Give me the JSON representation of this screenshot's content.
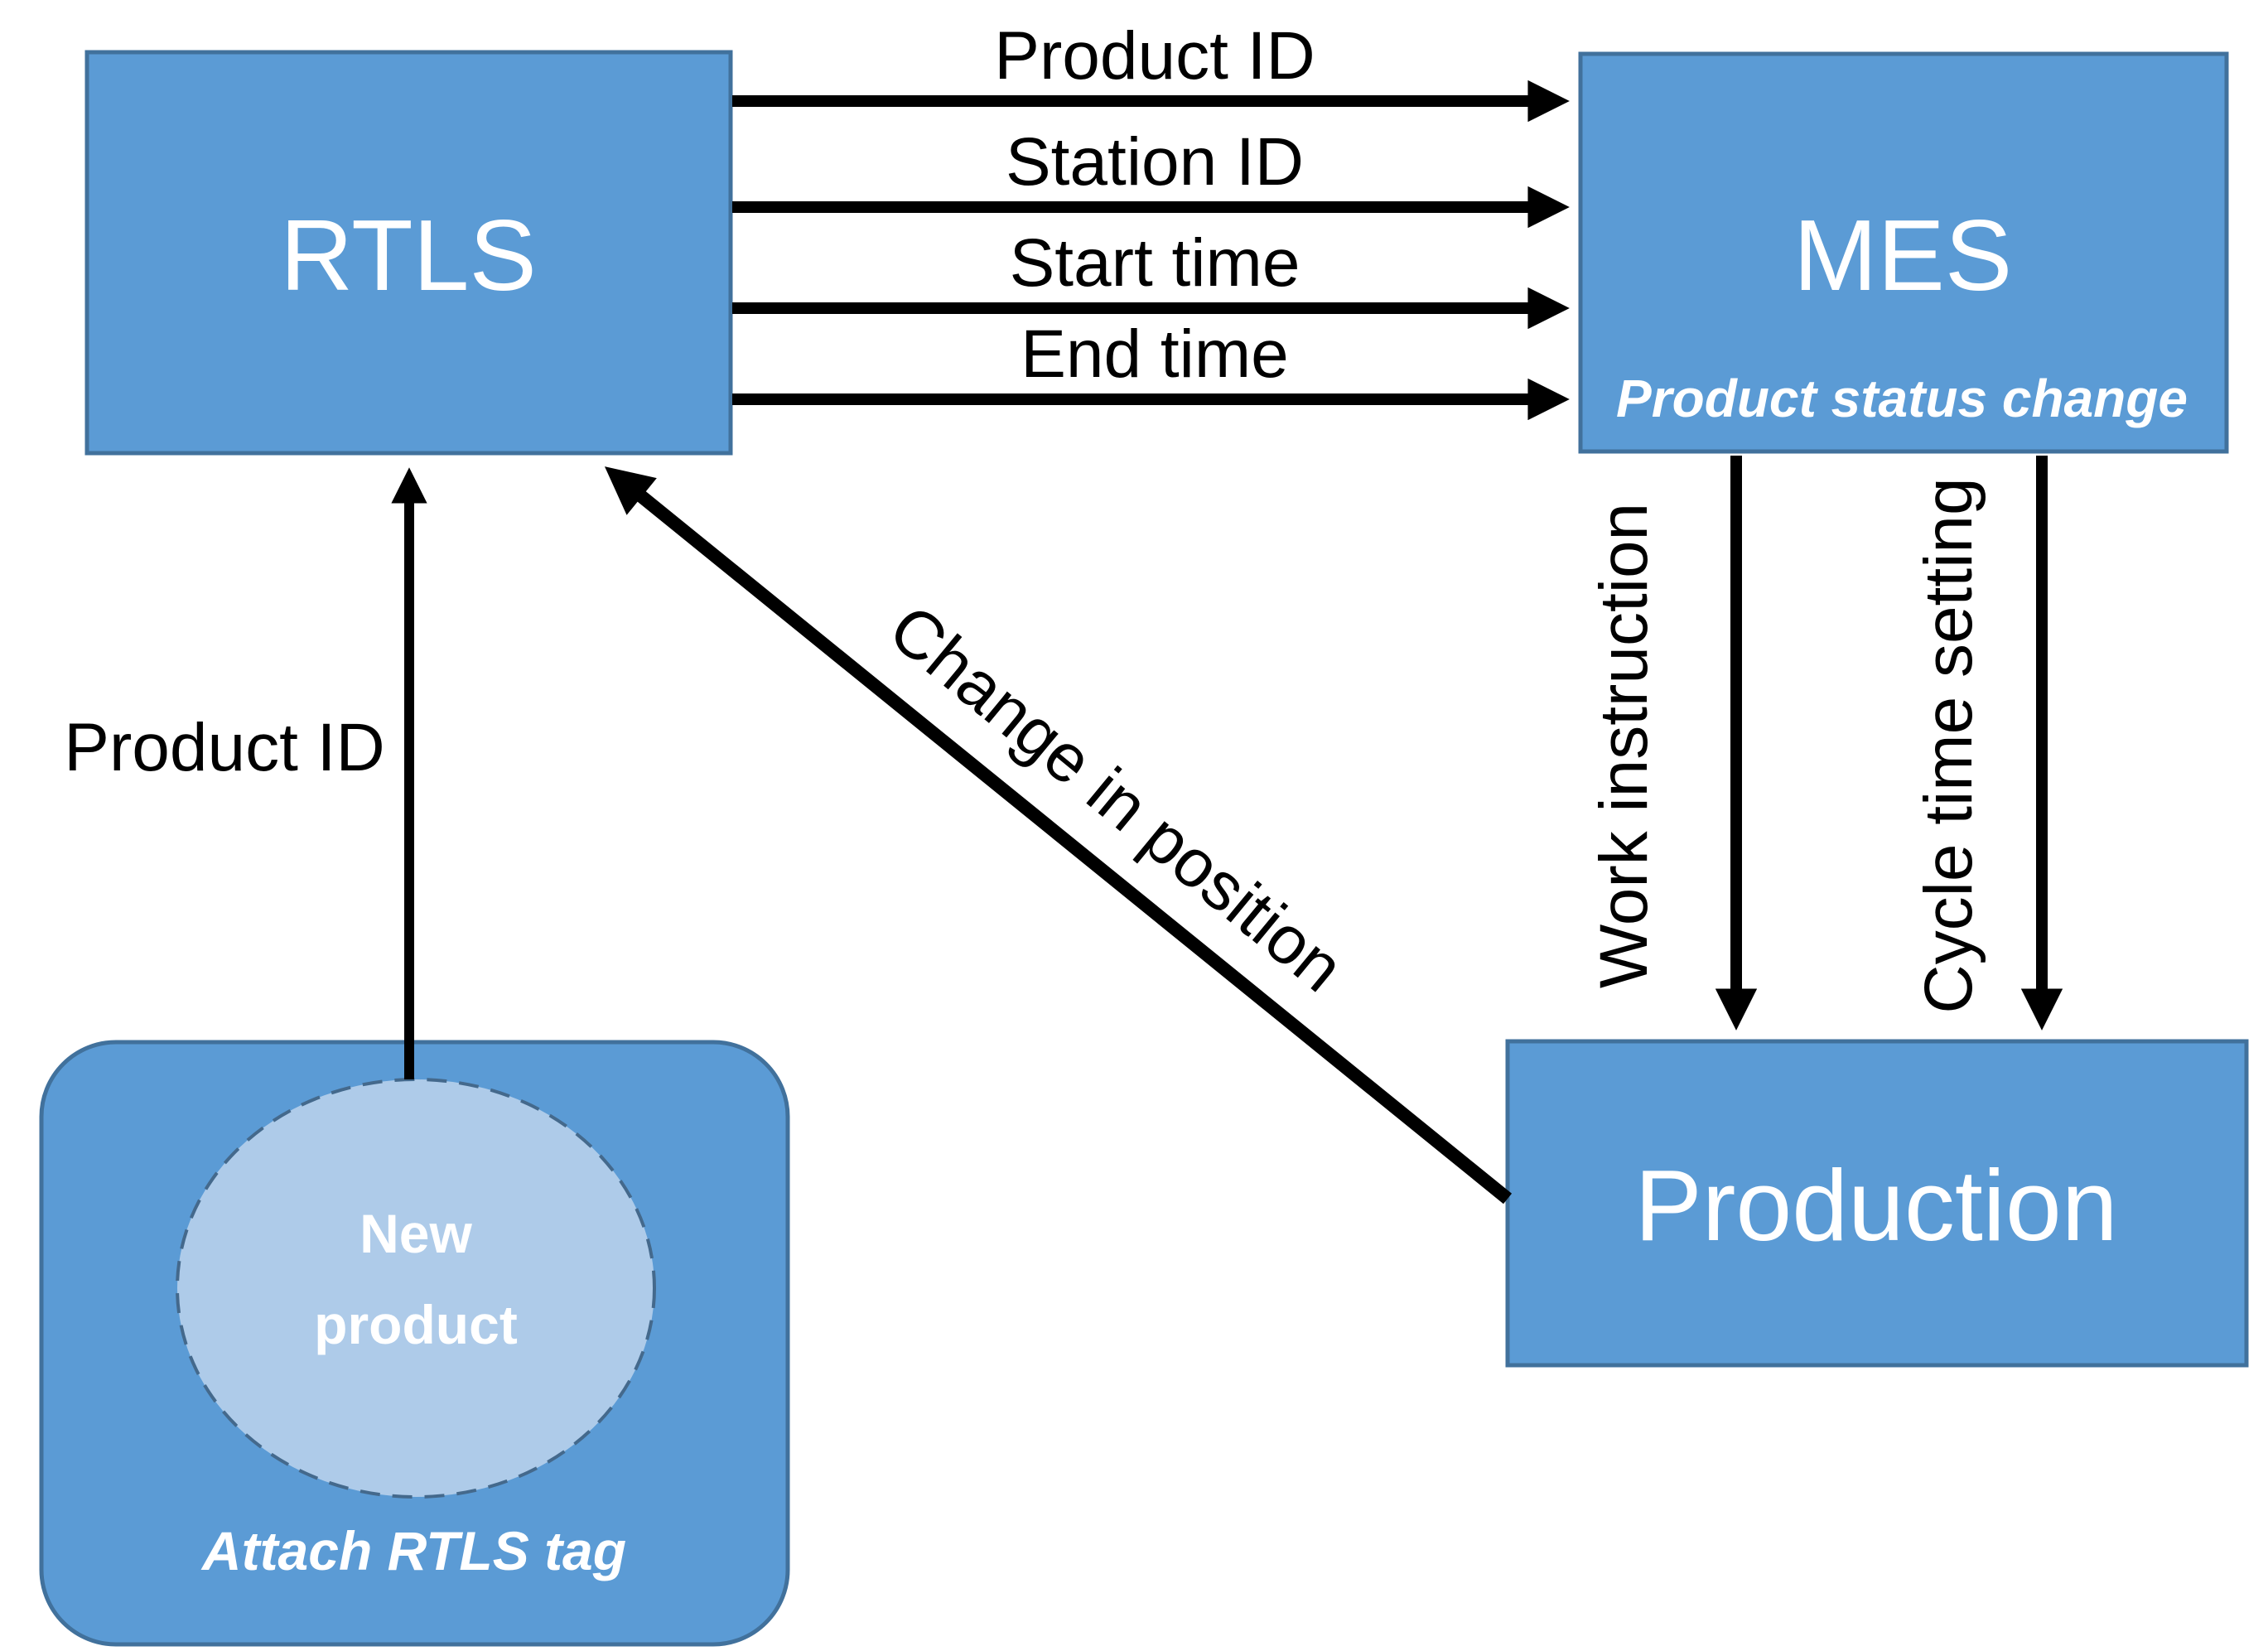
{
  "colors": {
    "box_fill": "#5b9bd5",
    "box_border": "#41719c",
    "circle_fill": "#aecbe9",
    "circle_border": "#44698c",
    "arrow": "#000000",
    "edge_label_text": "#000000",
    "box_text": "#ffffff"
  },
  "nodes": {
    "rtls": {
      "label": "RTLS"
    },
    "mes": {
      "label": "MES",
      "subtitle": "Product status change"
    },
    "production": {
      "label": "Production"
    },
    "new_product": {
      "label_line1": "New",
      "label_line2": "product",
      "caption": "Attach RTLS tag"
    }
  },
  "edges": {
    "rtls_to_mes": {
      "labels": [
        "Product ID",
        "Station ID",
        "Start time",
        "End time"
      ]
    },
    "new_product_to_rtls": {
      "label": "Product ID"
    },
    "production_to_rtls": {
      "label": "Change in position"
    },
    "mes_to_production": {
      "labels": [
        "Work instruction",
        "Cycle time setting"
      ]
    }
  }
}
